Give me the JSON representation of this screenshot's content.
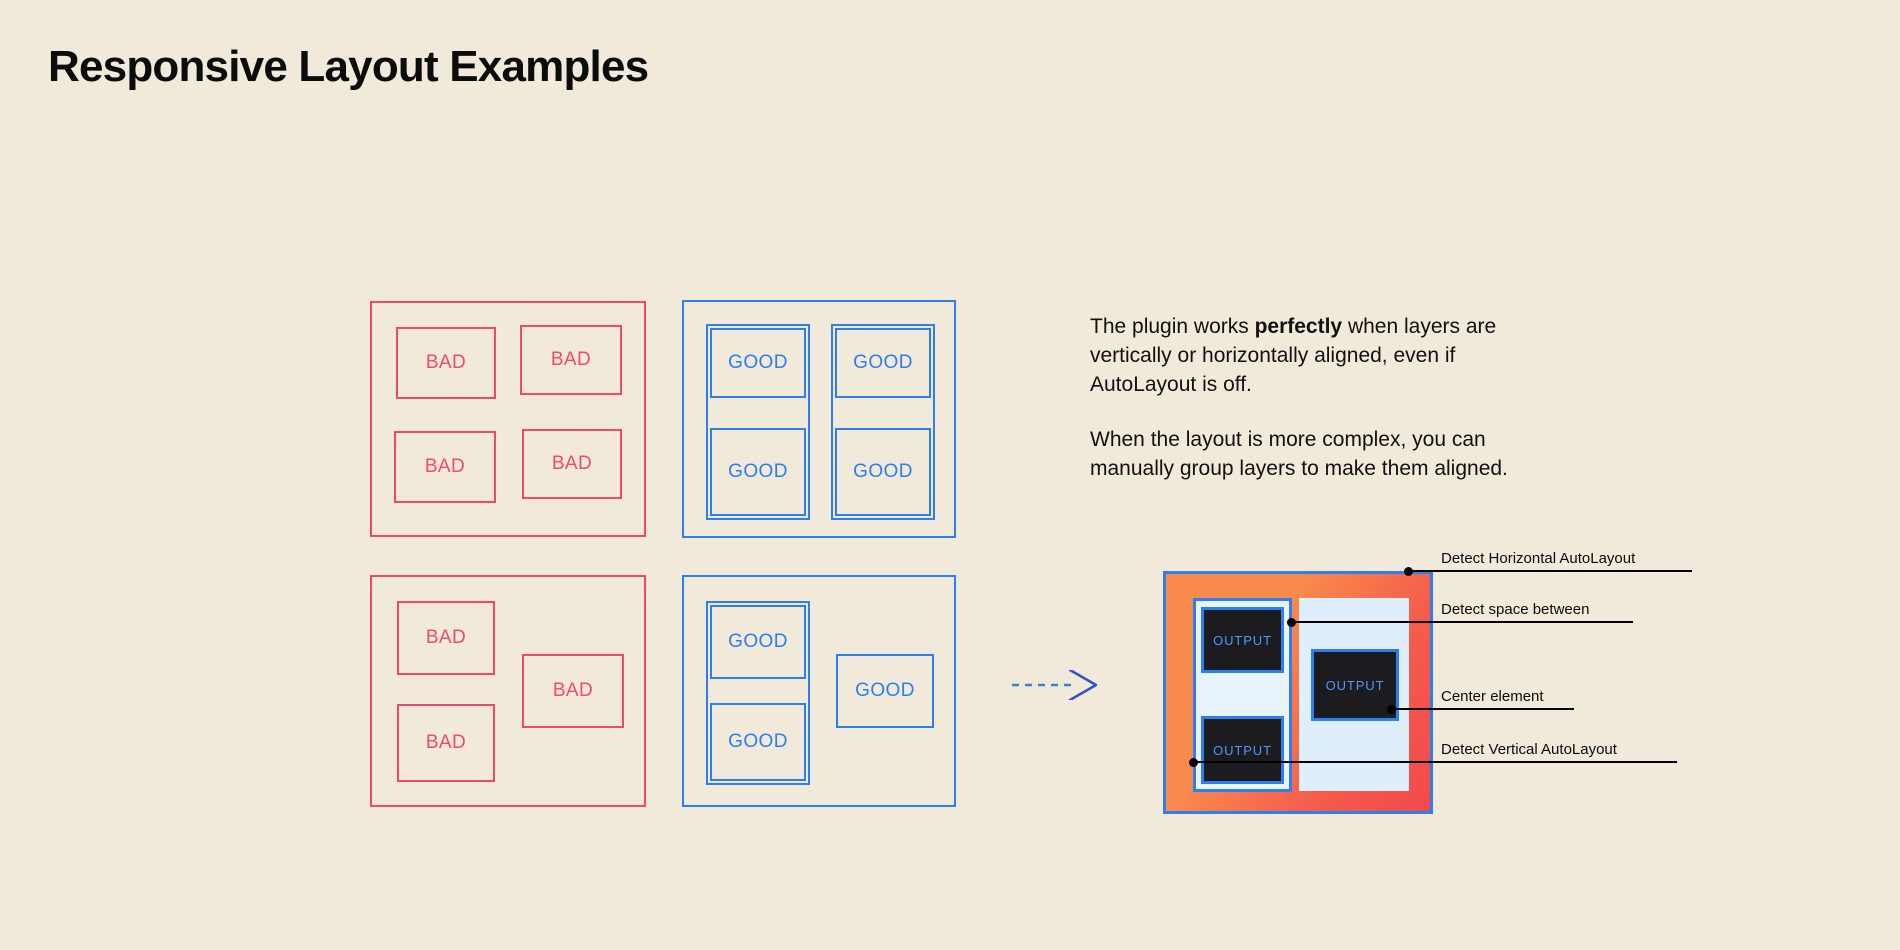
{
  "page": {
    "title": "Responsive Layout Examples",
    "background_color": "#F1EADB"
  },
  "colors": {
    "bad": "#F2496B",
    "good": "#2D7FF0",
    "text": "#0C0C0C",
    "output_bg": "#1B1B20",
    "output_text": "#4C9BF5",
    "result_fill": "#DFEEFB",
    "result_gradient_start": "#F98A4D",
    "result_gradient_end": "#F2494B",
    "arrow": "#2D7FF0"
  },
  "examples": {
    "top_bad": {
      "variant": "bad",
      "label": "BAD",
      "boxes": [
        {
          "label": "BAD"
        },
        {
          "label": "BAD"
        },
        {
          "label": "BAD"
        },
        {
          "label": "BAD"
        }
      ]
    },
    "top_good": {
      "variant": "good",
      "label": "GOOD",
      "boxes": [
        {
          "label": "GOOD"
        },
        {
          "label": "GOOD"
        },
        {
          "label": "GOOD"
        },
        {
          "label": "GOOD"
        }
      ]
    },
    "bottom_bad": {
      "variant": "bad",
      "label": "BAD",
      "boxes": [
        {
          "label": "BAD"
        },
        {
          "label": "BAD"
        },
        {
          "label": "BAD"
        }
      ]
    },
    "bottom_good": {
      "variant": "good",
      "label": "GOOD",
      "boxes": [
        {
          "label": "GOOD"
        },
        {
          "label": "GOOD"
        },
        {
          "label": "GOOD"
        }
      ]
    }
  },
  "description": {
    "paragraph_1_part_1": "The plugin works ",
    "paragraph_1_bold": "perfectly",
    "paragraph_1_part_2": " when layers are vertically or horizontally aligned, even if AutoLayout is off.",
    "paragraph_2": "When the layout is more complex, you can manually group layers to make them aligned."
  },
  "arrow": {
    "icon": "dashed-arrow-right-icon"
  },
  "result": {
    "outputs": [
      {
        "label": "OUTPUT"
      },
      {
        "label": "OUTPUT"
      },
      {
        "label": "OUTPUT"
      }
    ],
    "annotations": [
      {
        "label": "Detect Horizontal AutoLayout"
      },
      {
        "label": "Detect space between"
      },
      {
        "label": "Center element"
      },
      {
        "label": "Detect Vertical AutoLayout"
      }
    ]
  }
}
